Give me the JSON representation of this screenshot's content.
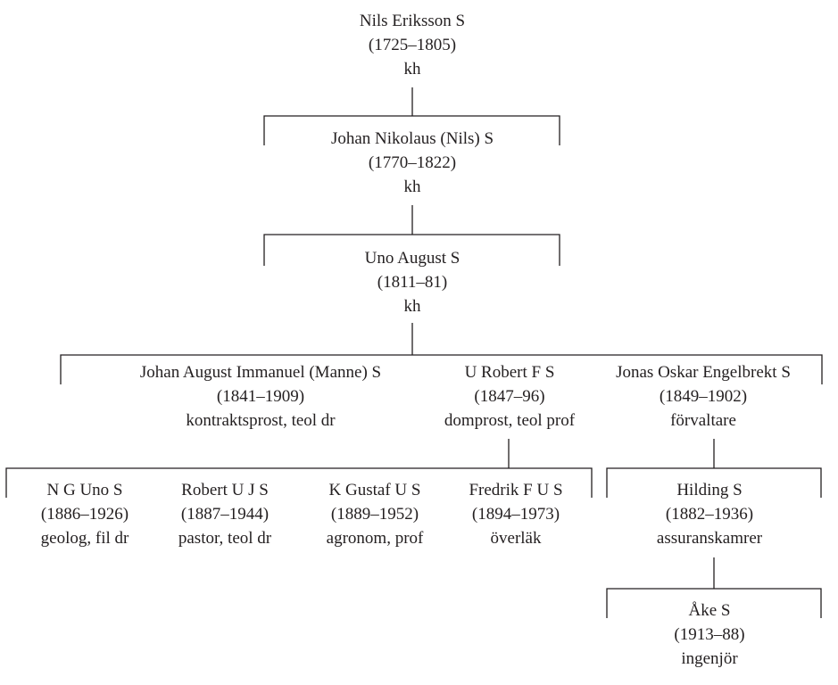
{
  "people": [
    {
      "id": "nils",
      "name": "Nils Eriksson S",
      "years": "(1725–1805)",
      "title": "kh"
    },
    {
      "id": "johan-nikolaus",
      "name": "Johan Nikolaus (Nils) S",
      "years": "(1770–1822)",
      "title": "kh"
    },
    {
      "id": "uno-august",
      "name": "Uno August S",
      "years": "(1811–81)",
      "title": "kh"
    },
    {
      "id": "johan-august",
      "name": "Johan August Immanuel (Manne) S",
      "years": "(1841–1909)",
      "title": "kontraktsprost, teol dr"
    },
    {
      "id": "u-robert",
      "name": "U Robert F S",
      "years": "(1847–96)",
      "title": "domprost, teol prof"
    },
    {
      "id": "jonas-oskar",
      "name": "Jonas Oskar Engelbrekt S",
      "years": "(1849–1902)",
      "title": "förvaltare"
    },
    {
      "id": "ng-uno",
      "name": "N G Uno S",
      "years": "(1886–1926)",
      "title": "geolog, fil dr"
    },
    {
      "id": "robert-uj",
      "name": "Robert U J S",
      "years": "(1887–1944)",
      "title": "pastor, teol dr"
    },
    {
      "id": "k-gustaf",
      "name": "K Gustaf U S",
      "years": "(1889–1952)",
      "title": "agronom, prof"
    },
    {
      "id": "fredrik",
      "name": "Fredrik F U S",
      "years": "(1894–1973)",
      "title": "överläk"
    },
    {
      "id": "hilding",
      "name": "Hilding S",
      "years": "(1882–1936)",
      "title": "assuranskamrer"
    },
    {
      "id": "ake",
      "name": "Åke S",
      "years": "(1913–88)",
      "title": "ingenjör"
    }
  ]
}
